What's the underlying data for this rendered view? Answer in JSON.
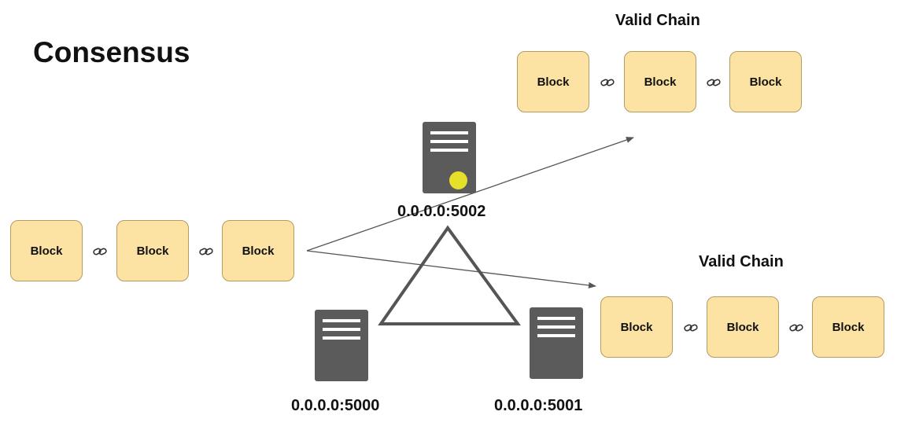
{
  "title": "Consensus",
  "chains": {
    "top": {
      "title": "Valid Chain",
      "blocks": [
        "Block",
        "Block",
        "Block"
      ]
    },
    "bottom": {
      "title": "Valid Chain",
      "blocks": [
        "Block",
        "Block",
        "Block"
      ]
    },
    "origin": {
      "blocks": [
        "Block",
        "Block",
        "Block"
      ]
    }
  },
  "nodes": {
    "top": {
      "address": "0.0.0.0:5002"
    },
    "left": {
      "address": "0.0.0.0:5000"
    },
    "right": {
      "address": "0.0.0.0:5001"
    }
  },
  "icons": {
    "link": "chain-link-icon",
    "server": "server-icon"
  },
  "colors": {
    "block_fill": "#fde3a3",
    "server": "#5b5b5b",
    "cursor": "#e7e02a",
    "arrow": "#555555"
  }
}
